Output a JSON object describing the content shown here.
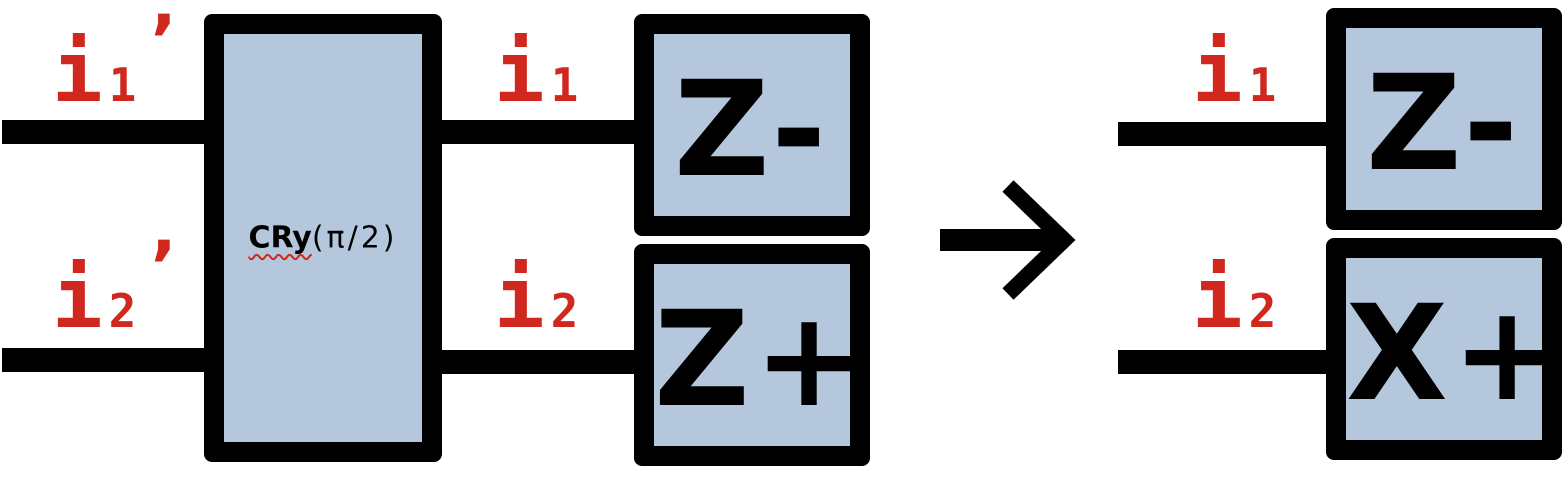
{
  "colors": {
    "box_fill": "#b4c7dc",
    "stroke": "#000000",
    "qubit_label": "#d0281e"
  },
  "left_circuit": {
    "inputs": [
      {
        "base": "i",
        "sub": "1",
        "prime": "’"
      },
      {
        "base": "i",
        "sub": "2",
        "prime": "’"
      }
    ],
    "gate": {
      "name": "CRy",
      "param": "(π/2)"
    },
    "outputs": [
      {
        "base": "i",
        "sub": "1"
      },
      {
        "base": "i",
        "sub": "2"
      }
    ],
    "measurements": [
      {
        "label": "Z-"
      },
      {
        "label": "Z+"
      }
    ]
  },
  "transform_arrow": {
    "icon": "right-arrow-icon"
  },
  "right_circuit": {
    "outputs": [
      {
        "base": "i",
        "sub": "1"
      },
      {
        "base": "i",
        "sub": "2"
      }
    ],
    "measurements": [
      {
        "label": "Z-"
      },
      {
        "label": "X+"
      }
    ]
  }
}
